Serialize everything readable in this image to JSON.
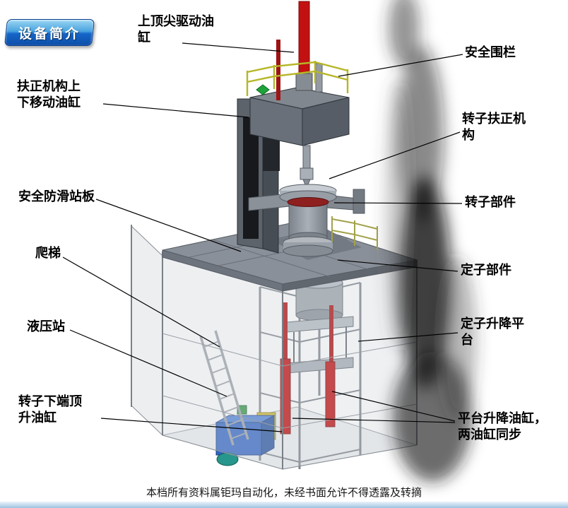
{
  "badge": {
    "label": "设备简介"
  },
  "labels": {
    "top_tip_cylinder": {
      "text": "上顶尖驱动油\n缸"
    },
    "safety_fence": {
      "text": "安全围栏"
    },
    "centering_move_cylinder": {
      "text": "扶正机构上\n下移动油缸"
    },
    "rotor_centering_mechanism": {
      "text": "转子扶正机\n构"
    },
    "antislip_platform": {
      "text": "安全防滑站板"
    },
    "rotor_component": {
      "text": "转子部件"
    },
    "ladder": {
      "text": "爬梯"
    },
    "stator_component": {
      "text": "定子部件"
    },
    "hydraulic_station": {
      "text": "液压站"
    },
    "stator_lift_platform": {
      "text": "定子升降平\n台"
    },
    "rotor_bottom_jack_cylinder": {
      "text": "转子下端顶\n升油缸"
    },
    "platform_lift_cylinders": {
      "text": "平台升降油缸，\n两油缸同步"
    }
  },
  "footer": {
    "text": "本档所有资料属钜玛自动化，未经书面允许不得透露及转摘"
  },
  "colors": {
    "cylinder_red": "#c31111",
    "hydraulic_blue": "#2e63c4",
    "railing_yellow": "#b6b628",
    "badge_blue": "#1565c8",
    "platform_gray": "#8a9099"
  }
}
